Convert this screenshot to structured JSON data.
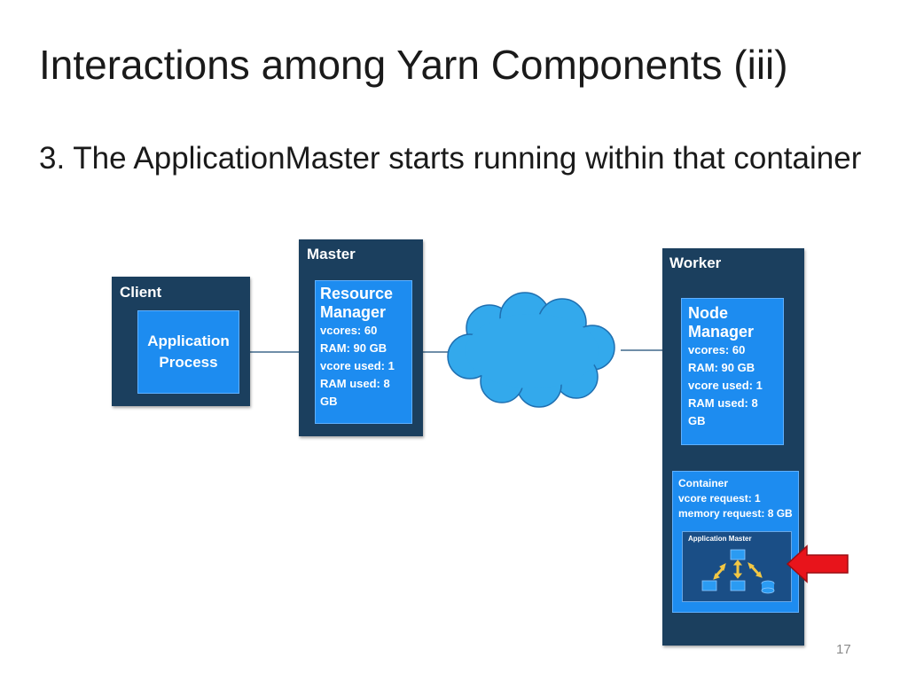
{
  "slide": {
    "title": "Interactions among Yarn Components (iii)",
    "bullet": "3. The ApplicationMaster starts running within that container",
    "page_number": "17"
  },
  "diagram": {
    "client": {
      "label": "Client",
      "app_line1": "Application",
      "app_line2": "Process"
    },
    "master": {
      "label": "Master",
      "rm_title1": "Resource",
      "rm_title2": "Manager",
      "rm_vcores": "vcores: 60",
      "rm_ram": "RAM: 90 GB",
      "rm_vcore_used": "vcore used: 1",
      "rm_ram_used1": "RAM used: 8",
      "rm_ram_used2": "GB"
    },
    "worker": {
      "label": "Worker",
      "nm_title1": "Node",
      "nm_title2": "Manager",
      "nm_vcores": "vcores: 60",
      "nm_ram": "RAM: 90 GB",
      "nm_vcore_used": "vcore used: 1",
      "nm_ram_used1": "RAM used: 8",
      "nm_ram_used2": "GB"
    },
    "container": {
      "label": "Container",
      "vcore_request": "vcore request: 1",
      "memory_request": "memory request: 8 GB",
      "app_master_label": "Application Master"
    },
    "icons": {
      "network": "cloud-icon",
      "highlight": "red-arrow-icon"
    },
    "colors": {
      "panel": "#1b3f5e",
      "box": "#1d8cf0",
      "cloud": "#33a9ec",
      "arrow": "#e8141b",
      "flow_arrow": "#f2c744"
    }
  }
}
